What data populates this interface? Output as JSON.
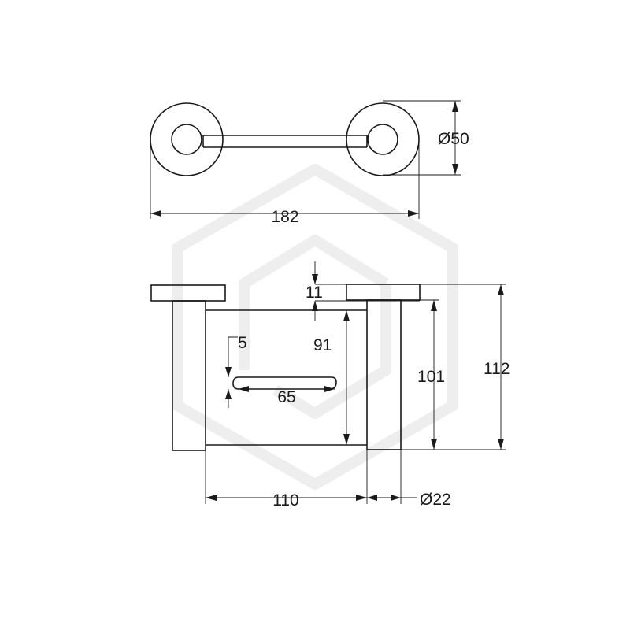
{
  "dimensions": {
    "top_diameter": "Ø50",
    "top_length": "182",
    "gap_top": "11",
    "inner_height": "91",
    "offset_small": "5",
    "hook_length": "65",
    "bracket_height": "101",
    "overall_height": "112",
    "projection": "110",
    "bar_diameter": "Ø22"
  }
}
